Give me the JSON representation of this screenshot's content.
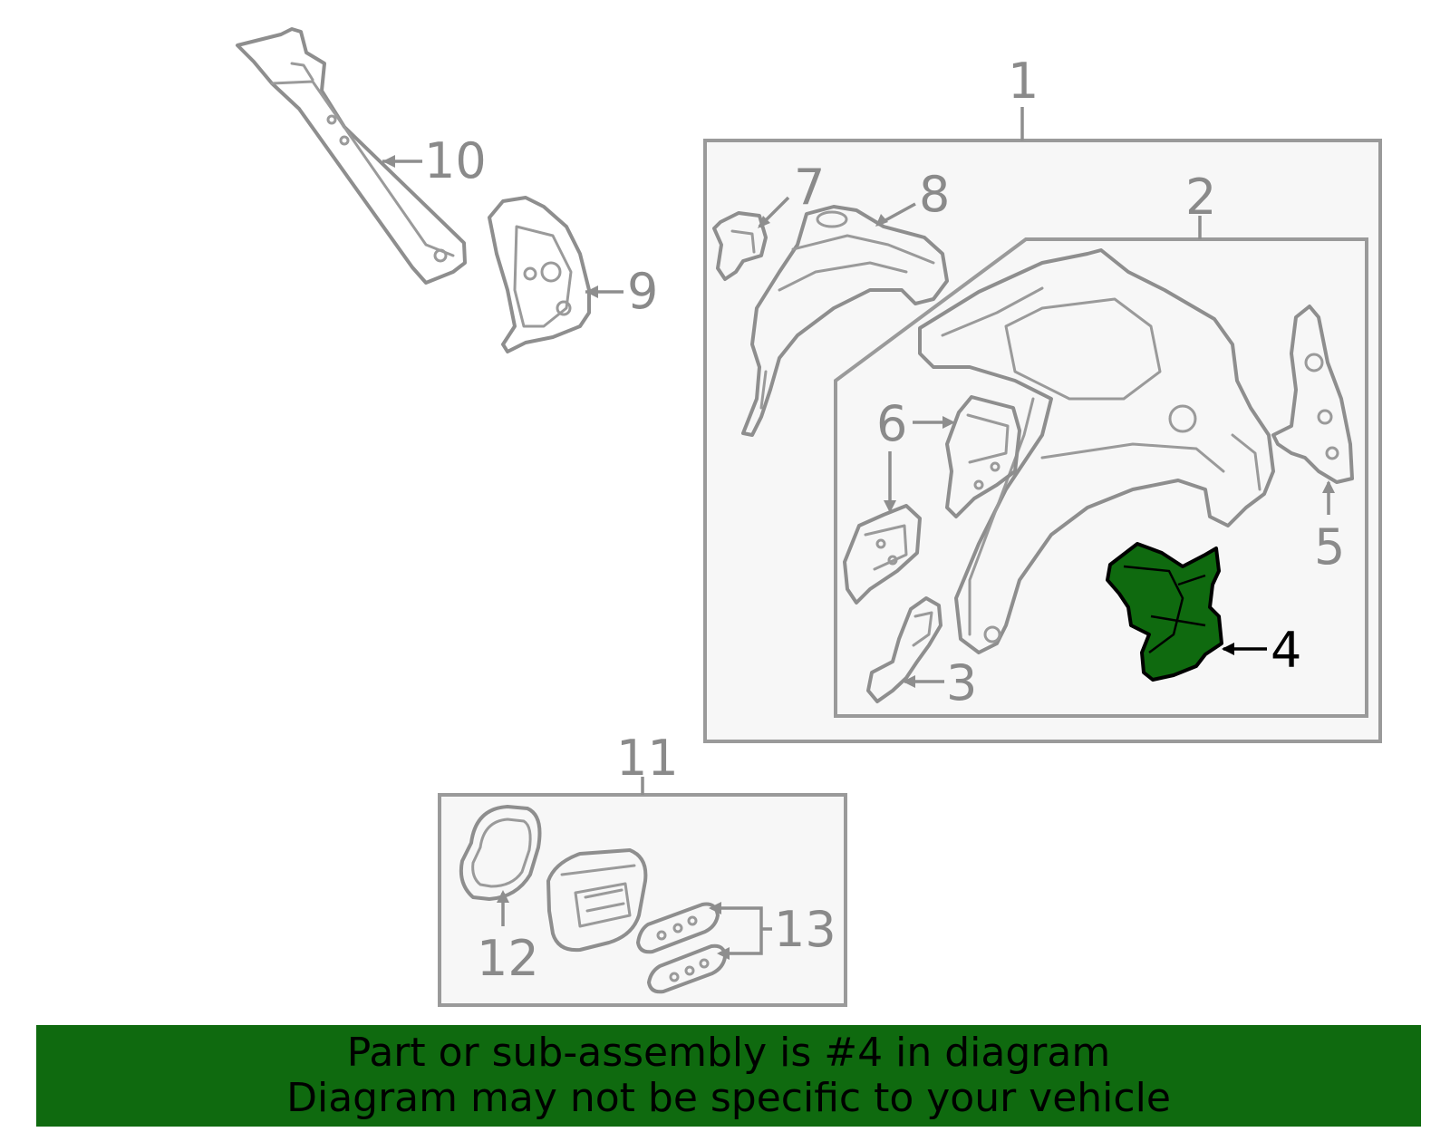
{
  "callouts": {
    "c1": "1",
    "c2": "2",
    "c3": "3",
    "c4": "4",
    "c5": "5",
    "c6": "6",
    "c7": "7",
    "c8": "8",
    "c9": "9",
    "c10": "10",
    "c11": "11",
    "c12": "12",
    "c13": "13"
  },
  "highlight": {
    "part_number": "4",
    "color": "#0f6a0f"
  },
  "banner": {
    "line1": "Part or sub-assembly is #4 in diagram",
    "line2": "Diagram may not be specific to your vehicle",
    "background": "#0f6a0f"
  }
}
